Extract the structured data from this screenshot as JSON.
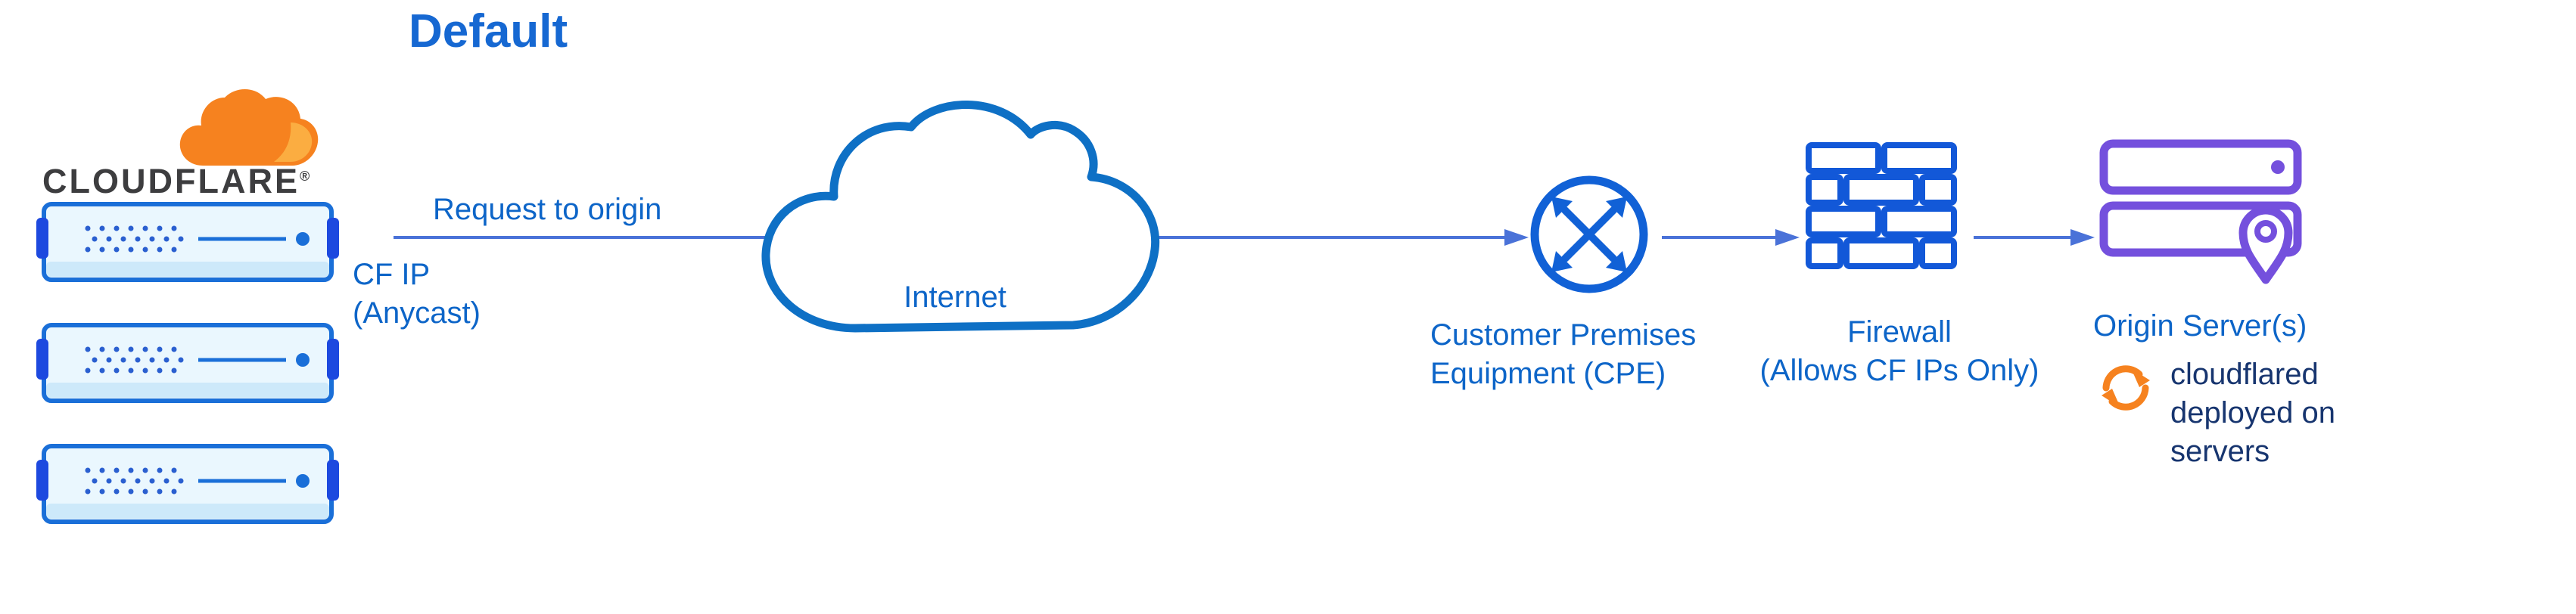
{
  "title": "Default",
  "cloudflare": {
    "wordmark": "CLOUDFLARE",
    "registered": "®"
  },
  "labels": {
    "request": "Request to origin",
    "cf_ip_line1": "CF IP",
    "cf_ip_line2": "(Anycast)",
    "internet": "Internet",
    "cpe_line1": "Customer Premises",
    "cpe_line2": "Equipment (CPE)",
    "firewall_line1": "Firewall",
    "firewall_line2": "(Allows CF IPs Only)",
    "origin": "Origin Server(s)",
    "note_line1": "cloudflared",
    "note_line2": "deployed on",
    "note_line3": "servers"
  },
  "colors": {
    "title_blue": "#1668d2",
    "label_blue": "#0d65c8",
    "note_navy": "#17356f",
    "arrow_blue": "#4a72d8",
    "icon_blue": "#1161d6",
    "cloud_outline_blue": "#0e70c5",
    "server_border_blue": "#1a6fd8",
    "server_tab_blue": "#1d49df",
    "firewall_blue": "#1258d8",
    "origin_purple": "#7450dd",
    "cloudflare_orange": "#f6821f",
    "cloudflare_light_orange": "#fbad41",
    "wordmark_dark": "#3d3d3f"
  }
}
